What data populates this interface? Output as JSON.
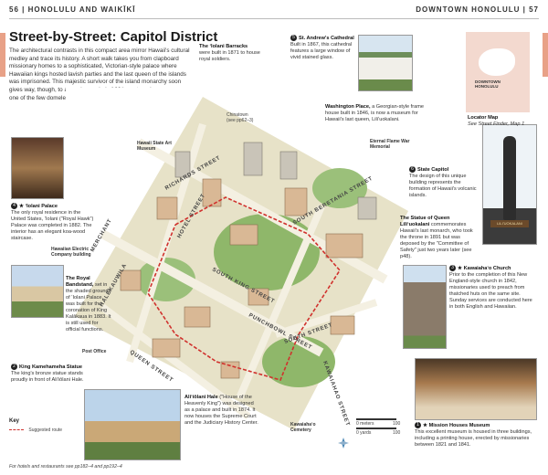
{
  "header": {
    "left": "56  |  HONOLULU AND WAIKĪKĪ",
    "right": "DOWNTOWN HONOLULU  |  57"
  },
  "title": "Street-by-Street: Capitol District",
  "intro": "The architectural contrasts in this compact area mirror Hawaii's cultural medley and trace its history. A short walk takes you from clapboard missionary homes to a sophisticated, Victorian-style palace where Hawaiian kings hosted lavish parties and the last queen of the islands was imprisoned. This majestic survivor of the island monarchy soon gives way, though, to a nearby symbol of 20th-century democracy – one of the few domeless state capitol buildings in the United States.",
  "barracks": {
    "title": "The ʻIolani Barracks",
    "text": "were built in 1871 to house royal soldiers."
  },
  "chinatown": "Chinatown\n(see pp62–3)",
  "st_andrews": {
    "num": "5",
    "title": "St. Andrew's Cathedral",
    "text": "Built in 1867, this cathedral features a large window of vivid stained glass."
  },
  "washington": {
    "title": "Washington Place,",
    "text": " a Georgian-style frame house built in 1846, is now a museum for Hawaii's last queen, Liliʻuokalani."
  },
  "eternal_flame": "Eternal Flame War Memorial",
  "state_capitol": {
    "num": "6",
    "title": "State Capitol",
    "text": "The design of this unique building represents the formation of Hawaii's volcanic islands."
  },
  "statue_queen": {
    "title": "The Statue of Queen Liliʻuokalani",
    "text": " commemorates Hawaii's last monarch, who took the throne in 1891 but was deposed by the \"Committee of Safety\" just two years later (see p48)."
  },
  "locator": {
    "title": "Locator Map",
    "sub": "See Street Finder, Map 1",
    "label": "DOWNTOWN HONOLULU"
  },
  "statue_plaque": "LILIʻUOKALANI",
  "iolani_palace": {
    "num": "4",
    "title": "★ ʻIolani Palace",
    "text": "The only royal residence in the United States, ʻIolani (\"Royal Hawk\") Palace was completed in 1882. The interior has an elegant koa-wood staircase."
  },
  "art_museum": "Hawaii State Art Museum",
  "electric": "Hawaiian Electric Company building",
  "bandstand": {
    "title": "The Royal Bandstand,",
    "text": " set in the shaded grounds of ʻIolani Palace, was built for the coronation of King Kalākaua in 1883. It is still used for official functions."
  },
  "post_office": "Post Office",
  "kamehameha": {
    "num": "2",
    "title": "King Kamehameha Statue",
    "text": "The king's bronze statue stands proudly in front of Aliʻiōlani Hale."
  },
  "aliiolani": {
    "title": "Aliʻiōlani Hale",
    "text": " (\"House of the Heavenly King\") was designed as a palace and built in 1874. It now houses the Supreme Court and the Judiciary History Center."
  },
  "kawaiahao": {
    "num": "3",
    "title": "★ Kawaiahaʻo Church",
    "text": "Prior to the completion of this New England-style church in 1842, missionaries used to preach from thatched huts on the same site. Sunday services are conducted here in both English and Hawaiian."
  },
  "cemetery": "Kawaiahaʻo Cemetery",
  "mission": {
    "num": "1",
    "title": "★ Mission Houses Museum",
    "text": "This excellent museum is housed in three buildings, including a printing house, erected by missionaries between 1821 and 1841."
  },
  "streets": {
    "richards": "RICHARDS STREET",
    "beretania": "SOUTH BERETANIA STREET",
    "king": "SOUTH KING STREET",
    "hotel": "HOTEL STREET",
    "merchant": "MERCHANT",
    "punchbowl": "PUNCHBOWL STREET",
    "queen": "QUEEN STREET",
    "south_street": "SOUTH STREET",
    "halekauwila": "HALEKAUWILA",
    "kawaiahao_st": "KAWAIAHAO STREET"
  },
  "scale": {
    "m0": "0 meters",
    "m100": "100",
    "y0": "0 yards",
    "y100": "100"
  },
  "key": {
    "title": "Key",
    "item": "Suggested route"
  },
  "footer": "For hotels and restaurants see pp182–4 and pp192–4",
  "colors": {
    "accent": "#e8a187",
    "route": "#d0312d"
  }
}
